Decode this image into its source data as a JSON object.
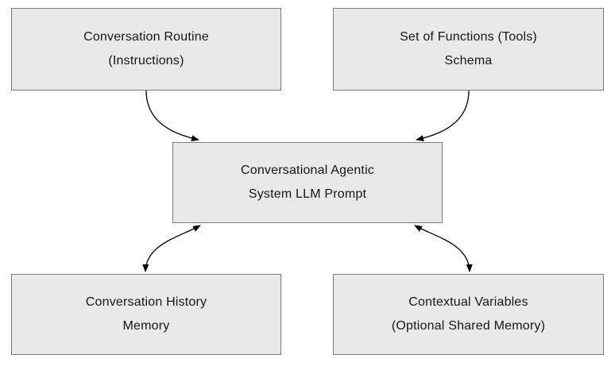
{
  "diagram": {
    "colors": {
      "background": "#ffffff",
      "node_fill": "#e9e9e9",
      "node_border": "#7d7d7d",
      "arrow": "#000000",
      "text_color": "#161616"
    },
    "nodes": [
      {
        "id": "conversation-routine",
        "lines": [
          "Conversation Routine",
          "(Instructions)"
        ]
      },
      {
        "id": "set-of-functions",
        "lines": [
          "Set of Functions (Tools)",
          "Schema"
        ]
      },
      {
        "id": "system-llm-prompt",
        "lines": [
          "Conversational Agentic",
          "System LLM Prompt"
        ]
      },
      {
        "id": "conversation-history",
        "lines": [
          "Conversation History",
          "Memory"
        ]
      },
      {
        "id": "contextual-variables",
        "lines": [
          "Contextual Variables",
          "(Optional Shared Memory)"
        ]
      }
    ],
    "edges": [
      {
        "from": "conversation-routine",
        "to": "system-llm-prompt",
        "direction": "one-way"
      },
      {
        "from": "set-of-functions",
        "to": "system-llm-prompt",
        "direction": "one-way"
      },
      {
        "from": "system-llm-prompt",
        "to": "conversation-history",
        "direction": "two-way"
      },
      {
        "from": "system-llm-prompt",
        "to": "contextual-variables",
        "direction": "two-way"
      }
    ]
  }
}
